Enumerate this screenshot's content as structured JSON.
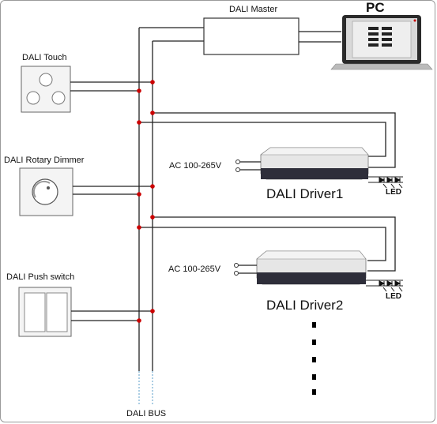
{
  "labels": {
    "pc": "PC",
    "dali_master": "DALI Master",
    "dali_touch": "DALI Touch",
    "dali_rotary_dimmer": "DALI Rotary Dimmer",
    "dali_push_switch": "DALI Push switch",
    "ac_input_1": "AC 100-265V",
    "ac_input_2": "AC 100-265V",
    "driver_1": "DALI Driver1",
    "driver_2": "DALI Driver2",
    "led_1": "LED",
    "led_2": "LED",
    "dali_bus": "DALI BUS"
  },
  "colors": {
    "wire": "#222222",
    "junction": "#cc0000",
    "bus_dotted": "#7fb3d5",
    "device_fill": "#f4f4f4",
    "laptop_body": "#2a2a2a",
    "screen_bg": "#dcdcdc"
  }
}
